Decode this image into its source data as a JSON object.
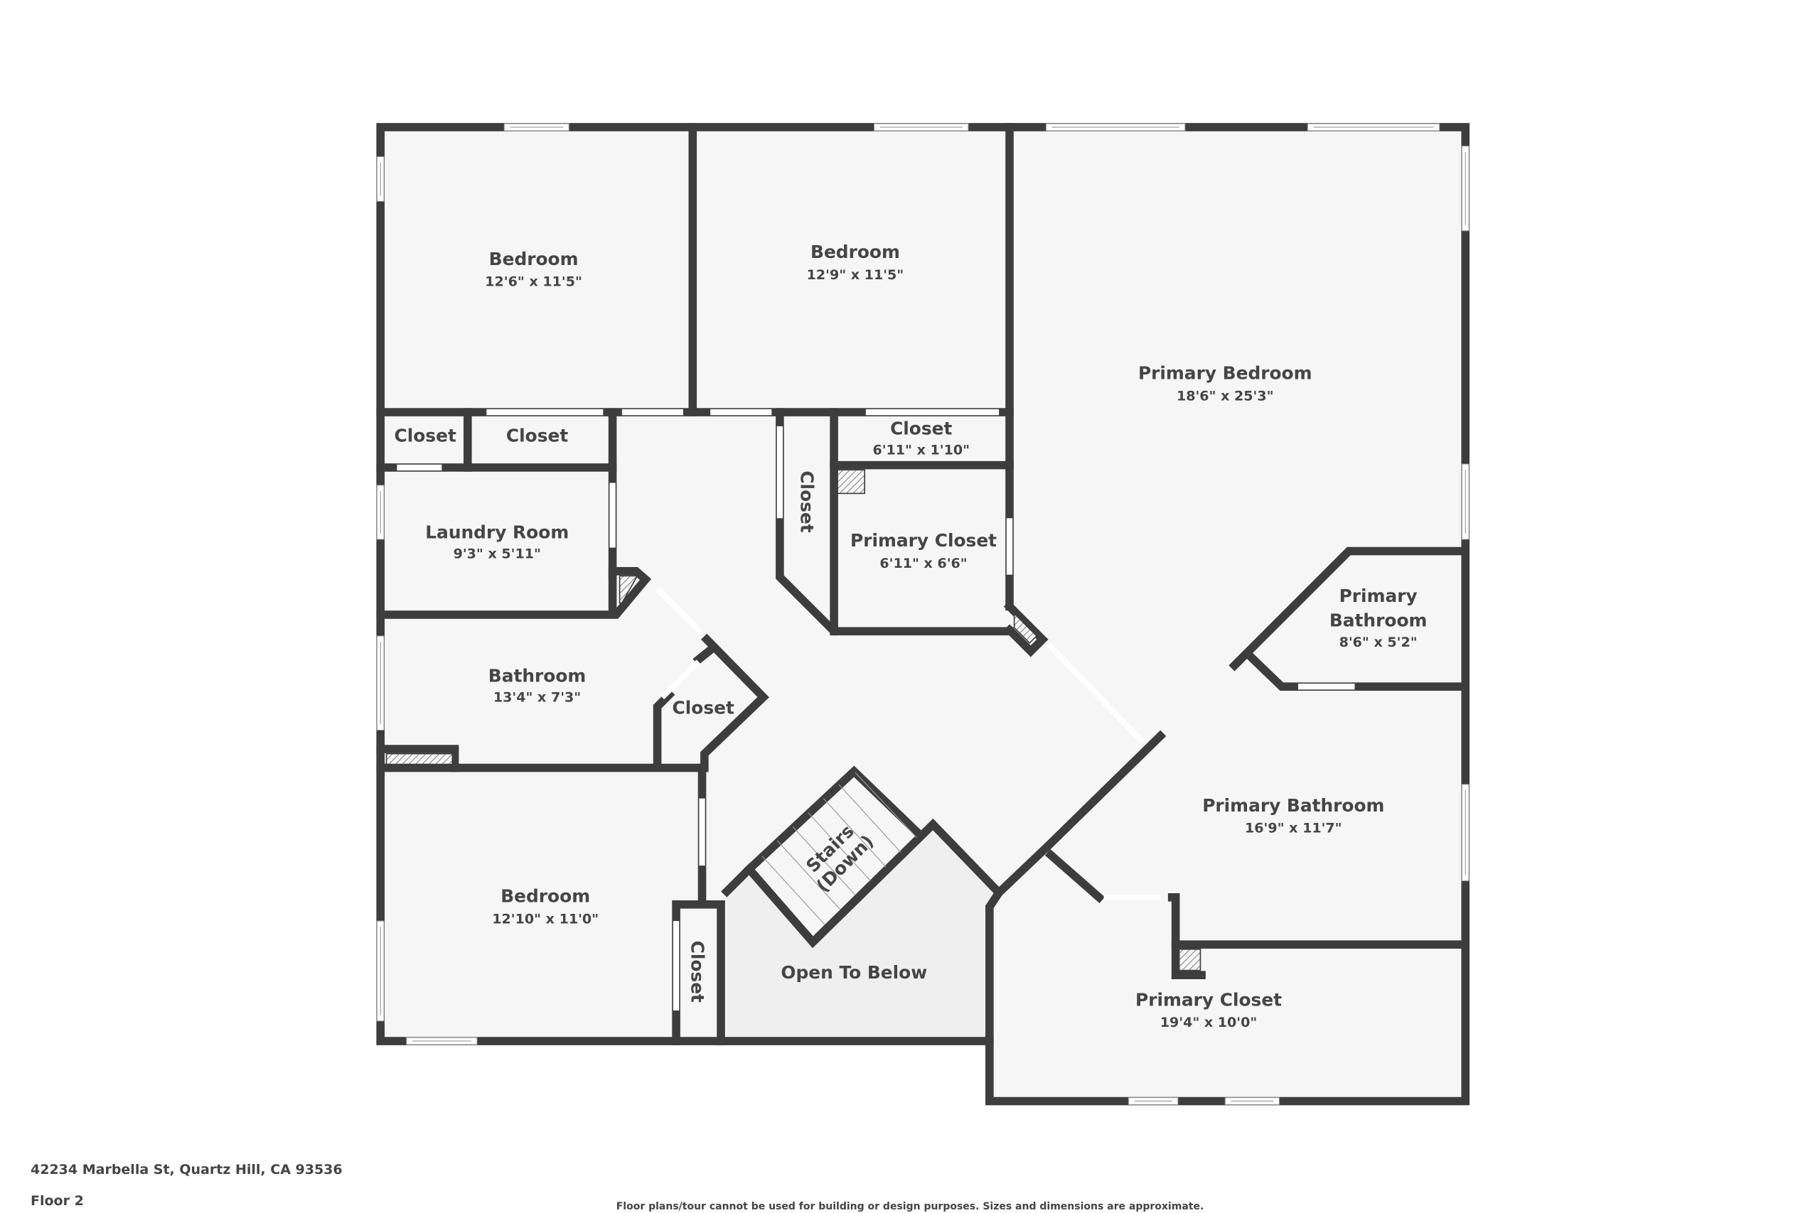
{
  "floorplan": {
    "address": "42234 Marbella St, Quartz Hill, CA 93536",
    "floor_label": "Floor 2",
    "disclaimer": "Floor plans/tour cannot be used for building or design purposes. Sizes and dimensions are approximate.",
    "colors": {
      "wall": "#3d3d3d",
      "floor": "#f6f6f6",
      "open_to_below": "#efefef",
      "text": "#454545",
      "background": "#ffffff"
    },
    "rooms": {
      "bedroom_nw": {
        "name": "Bedroom",
        "dims": "12'6\" x 11'5\""
      },
      "bedroom_n": {
        "name": "Bedroom",
        "dims": "12'9\" x 11'5\""
      },
      "primary_bedroom": {
        "name": "Primary Bedroom",
        "dims": "18'6\" x 25'3\""
      },
      "closet_a": {
        "name": "Closet"
      },
      "closet_b": {
        "name": "Closet"
      },
      "closet_c": {
        "name": "Closet",
        "dims": "6'11\" x 1'10\""
      },
      "closet_hall_vertical": {
        "name": "Closet"
      },
      "laundry": {
        "name": "Laundry Room",
        "dims": "9'3\" x 5'11\""
      },
      "primary_closet_small": {
        "name": "Primary Closet",
        "dims": "6'11\" x 6'6\""
      },
      "primary_bath_small": {
        "name_line1": "Primary",
        "name_line2": "Bathroom",
        "dims": "8'6\" x 5'2\""
      },
      "bathroom": {
        "name": "Bathroom",
        "dims": "13'4\" x 7'3\""
      },
      "closet_bath": {
        "name": "Closet"
      },
      "primary_bathroom": {
        "name": "Primary Bathroom",
        "dims": "16'9\" x 11'7\""
      },
      "bedroom_sw": {
        "name": "Bedroom",
        "dims": "12'10\" x 11'0\""
      },
      "closet_sw_vertical": {
        "name": "Closet"
      },
      "stairs": {
        "line1": "Stairs",
        "line2": "(Down)"
      },
      "open_to_below": {
        "name": "Open To Below"
      },
      "primary_closet_large": {
        "name": "Primary Closet",
        "dims": "19'4\" x 10'0\""
      }
    }
  }
}
